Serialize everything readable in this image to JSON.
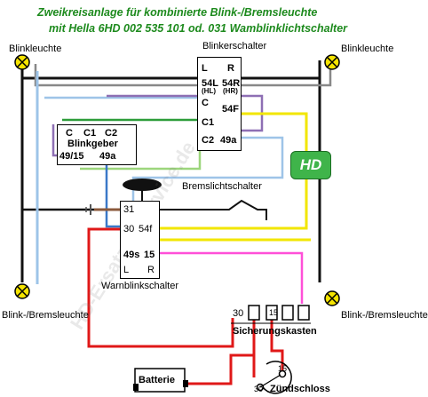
{
  "title": {
    "line1": "Zweikreisanlage für kombinierte Blink-/Bremsleuchte",
    "line2": "mit Hella 6HD 002 535 101 od. 031  Wamblinklichtschalter"
  },
  "lamps": {
    "top_left": "Blinkleuchte",
    "top_right": "Blinkleuchte",
    "bottom_left": "Blink-/Bremsleuchte",
    "bottom_right": "Blink-/Bremsleuchte"
  },
  "blinkerschalter": {
    "title": "Blinkerschalter",
    "L": "L",
    "R": "R",
    "t54L": "54L",
    "t54R": "54R",
    "HL": "(HL)",
    "HR": "(HR)",
    "C": "C",
    "t54F": "54F",
    "C1": "C1",
    "C2": "C2",
    "t49a": "49a"
  },
  "blinkgeber": {
    "C": "C",
    "C1": "C1",
    "C2": "C2",
    "name": "Blinkgeber",
    "t4915": "49/15",
    "t49a": "49a"
  },
  "bremslichtschalter": "Bremslichtschalter",
  "warnblinkschalter": {
    "title": "Warnblinkschalter",
    "t31": "31",
    "t30": "30",
    "t54f": "54f",
    "t49s": "49s",
    "t15": "15",
    "L": "L",
    "R": "R"
  },
  "sicherungskasten": {
    "title": "Sicherungskasten",
    "t30": "30",
    "t15": "15"
  },
  "batterie": "Batterie",
  "zuendschloss": {
    "title": "Zündschloss",
    "t30": "30",
    "t15": "15"
  },
  "logo_text": "HD",
  "watermark": "HD-Ersatzteilservice.de",
  "colors": {
    "brown": "#8B5A3C",
    "red": "#E01818",
    "yellow": "#F2E600",
    "blue": "#3A78C8",
    "purple": "#8E6FB4",
    "lightblue": "#9EC4E8",
    "green": "#2E9D3A",
    "lightgreen": "#9CD67C",
    "black": "#111111",
    "gray": "#888888",
    "pink": "#FF4FD8",
    "lamp": "#F5E400"
  }
}
